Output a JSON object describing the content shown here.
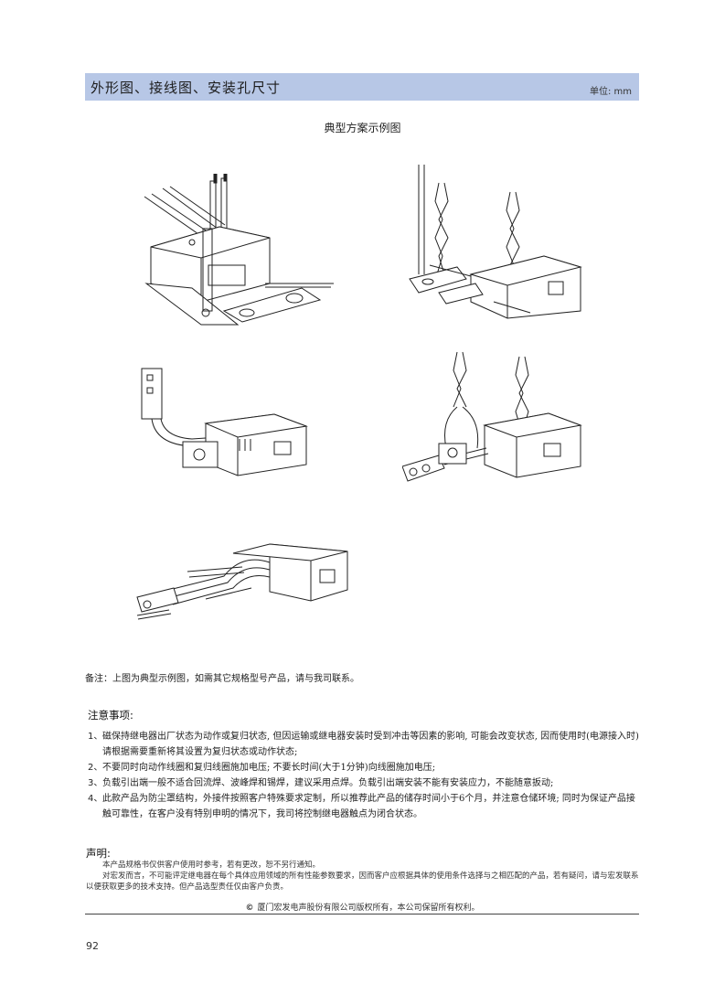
{
  "header": {
    "title": "外形图、接线图、安装孔尺寸",
    "unit": "单位: mm",
    "bar_color": "#b7c7e6"
  },
  "subtitle": "典型方案示例图",
  "figures": [
    {
      "name": "relay-figure-1",
      "description_icon": "relay-with-wires-and-terminals-icon"
    },
    {
      "name": "relay-figure-2",
      "description_icon": "relay-with-twisted-leads-icon"
    },
    {
      "name": "relay-figure-3",
      "description_icon": "relay-with-vertical-busbar-icon"
    },
    {
      "name": "relay-figure-4",
      "description_icon": "relay-with-spread-leads-icon"
    },
    {
      "name": "relay-figure-5",
      "description_icon": "relay-with-cable-bundle-icon"
    }
  ],
  "remark": "备注：上图为典型示例图，如需其它规格型号产品，请与我司联系。",
  "cautions": {
    "title": "注意事项:",
    "items": [
      {
        "num": "1、",
        "text": "磁保持继电器出厂状态为动作或复归状态, 但因运输或继电器安装时受到冲击等因素的影响, 可能会改变状态, 因而使用时(电源接入时)请根据需要重新将其设置为复归状态或动作状态;"
      },
      {
        "num": "2、",
        "text": "不要同时向动作线圈和复归线圈施加电压; 不要长时间(大于1分钟)向线圈施加电压;"
      },
      {
        "num": "3、",
        "text": "负载引出端一般不适合回流焊、波峰焊和锡焊，建议采用点焊。负载引出端安装不能有安装应力，不能随意扳动;"
      },
      {
        "num": "4、",
        "text": "此款产品为防尘罩结构，外接件按照客户特殊要求定制，所以推荐此产品的储存时间小于6个月，并注意仓储环境; 同时为保证产品接触可靠性，在客户没有特别申明的情况下，我司将控制继电器触点为闭合状态。"
      }
    ]
  },
  "declaration": {
    "title": "声明:",
    "p1": "本产品规格书仅供客户使用时参考，若有更改，恕不另行通知。",
    "p2": "对宏发而言，不可能评定继电器在每个具体应用领域的所有性能参数要求，因而客户应根据具体的使用条件选择与之相匹配的产品，若有疑问，请与宏发联系以便获取更多的技术支持。但产品选型责任仅由客户负责。"
  },
  "copyright": {
    "symbol": "©",
    "text": "厦门宏发电声股份有限公司版权所有，本公司保留所有权利。"
  },
  "page_number": "92"
}
